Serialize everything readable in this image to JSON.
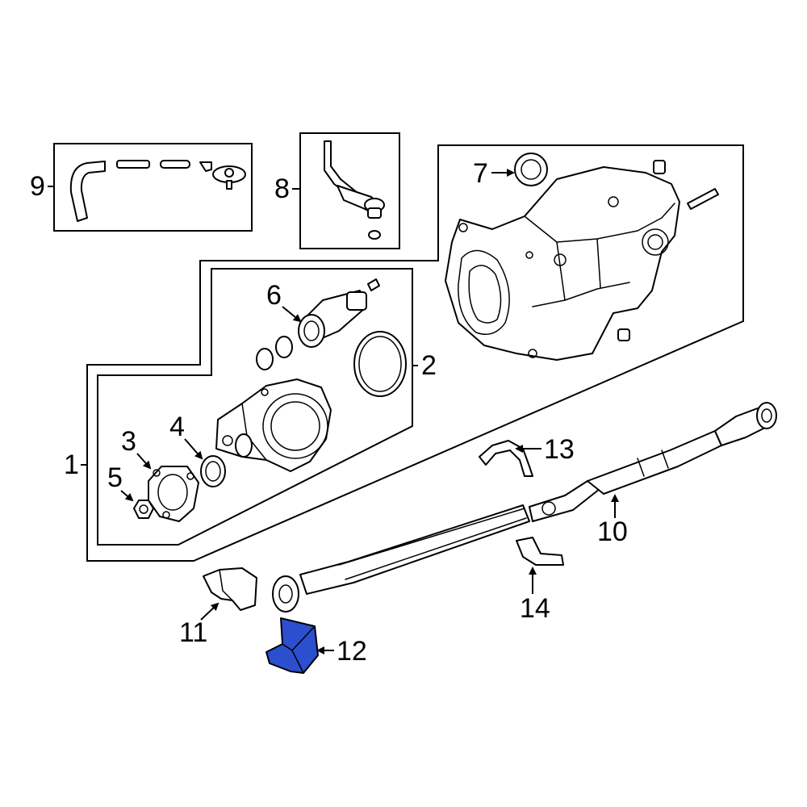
{
  "callouts": {
    "c1": "1",
    "c2": "2",
    "c3": "3",
    "c4": "4",
    "c5": "5",
    "c6": "6",
    "c7": "7",
    "c8": "8",
    "c9": "9",
    "c10": "10",
    "c11": "11",
    "c12": "12",
    "c13": "13",
    "c14": "14"
  },
  "colors": {
    "highlight": "#2b4fcf",
    "line": "#000000",
    "background": "#ffffff"
  }
}
